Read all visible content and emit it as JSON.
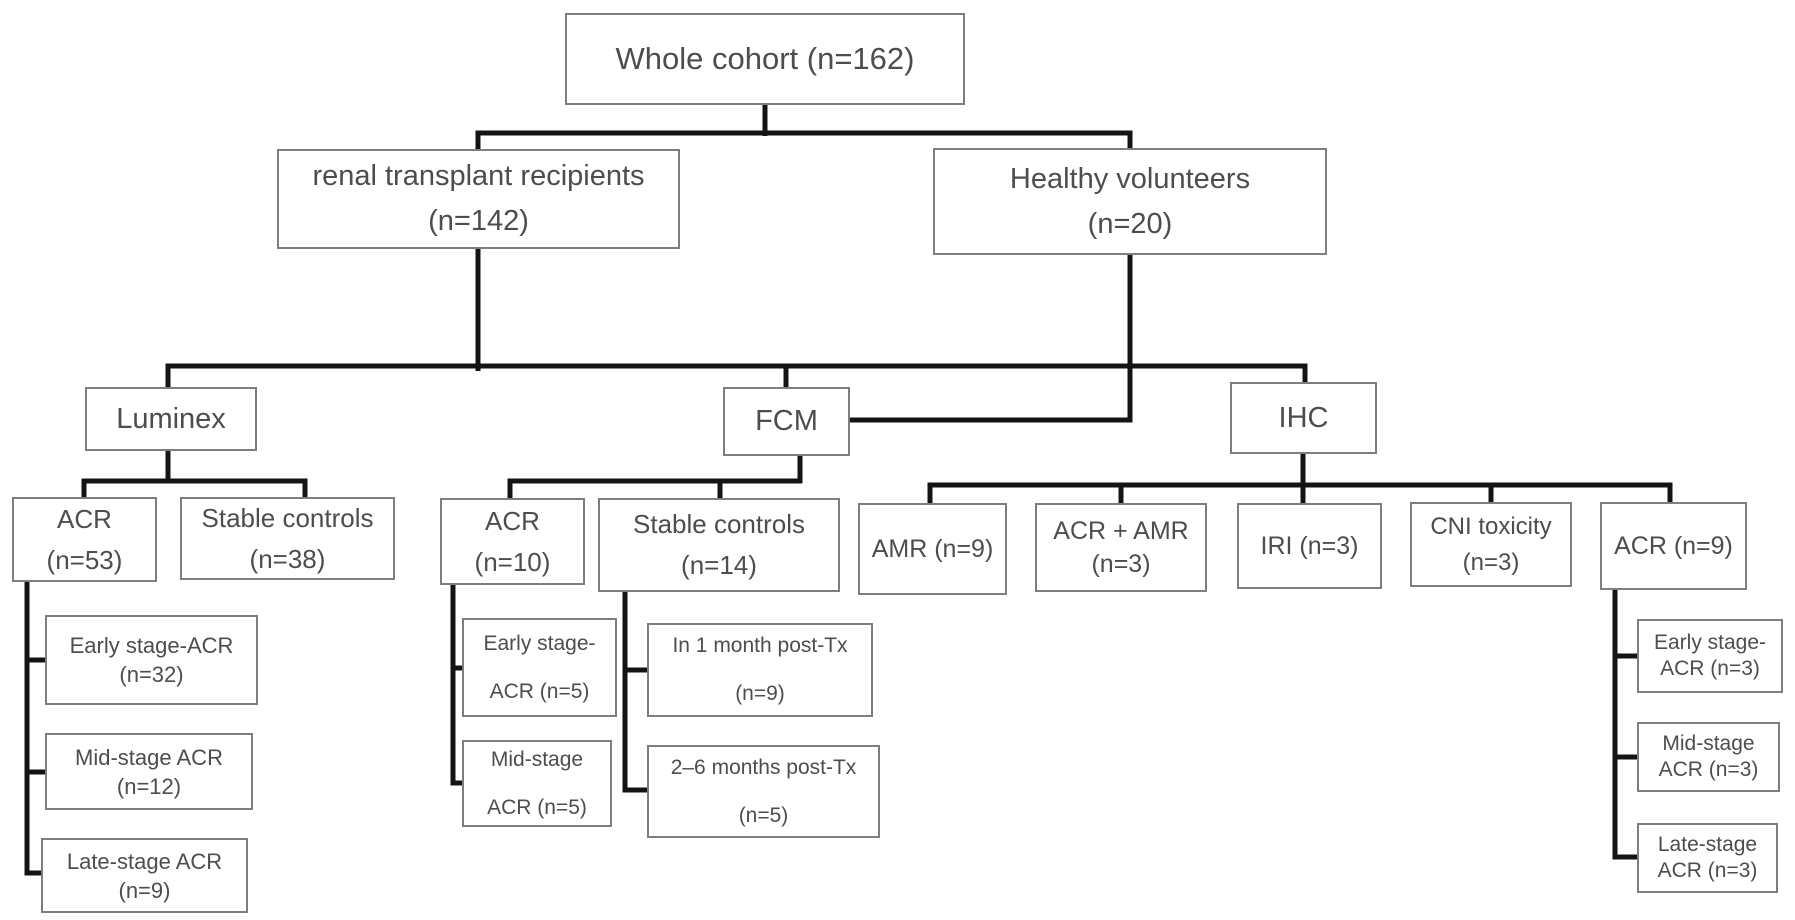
{
  "colors": {
    "background": "#ffffff",
    "connector": "#141414",
    "box_border": "#7e7e7e",
    "text": "#4d4d4d"
  },
  "nodes": {
    "whole_cohort": {
      "lines": [
        "Whole cohort (n=162)"
      ]
    },
    "renal_recipients": {
      "lines": [
        "renal transplant recipients",
        "(n=142)"
      ]
    },
    "healthy_volunteers": {
      "lines": [
        "Healthy volunteers",
        "(n=20)"
      ]
    },
    "luminex": {
      "lines": [
        "Luminex"
      ]
    },
    "fcm": {
      "lines": [
        "FCM"
      ]
    },
    "ihc": {
      "lines": [
        "IHC"
      ]
    },
    "luminex_acr": {
      "lines": [
        "ACR",
        "(n=53)"
      ]
    },
    "luminex_stable": {
      "lines": [
        "Stable controls",
        "(n=38)"
      ]
    },
    "fcm_acr": {
      "lines": [
        "ACR",
        "(n=10)"
      ]
    },
    "fcm_stable": {
      "lines": [
        "Stable controls",
        "(n=14)"
      ]
    },
    "ihc_amr": {
      "lines": [
        "AMR (n=9)"
      ]
    },
    "ihc_acr_amr": {
      "lines": [
        "ACR + AMR",
        "(n=3)"
      ]
    },
    "ihc_iri": {
      "lines": [
        "IRI (n=3)"
      ]
    },
    "ihc_cni": {
      "lines": [
        "CNI toxicity",
        "(n=3)"
      ]
    },
    "ihc_acr": {
      "lines": [
        "ACR (n=9)"
      ]
    },
    "luminex_early": {
      "lines": [
        "Early stage-ACR",
        "(n=32)"
      ]
    },
    "luminex_mid": {
      "lines": [
        "Mid-stage ACR",
        "(n=12)"
      ]
    },
    "luminex_late": {
      "lines": [
        "Late-stage ACR",
        "(n=9)"
      ]
    },
    "fcm_early": {
      "lines": [
        "Early stage-",
        "ACR (n=5)"
      ]
    },
    "fcm_mid": {
      "lines": [
        "Mid-stage",
        "ACR (n=5)"
      ]
    },
    "fcm_month1": {
      "lines": [
        "In 1 month post-Tx",
        "(n=9)"
      ]
    },
    "fcm_month26": {
      "lines": [
        "2–6 months post-Tx",
        "(n=5)"
      ]
    },
    "ihc_early": {
      "lines": [
        "Early stage-",
        "ACR (n=3)"
      ]
    },
    "ihc_mid": {
      "lines": [
        "Mid-stage",
        "ACR (n=3)"
      ]
    },
    "ihc_late": {
      "lines": [
        "Late-stage",
        "ACR (n=3)"
      ]
    }
  }
}
